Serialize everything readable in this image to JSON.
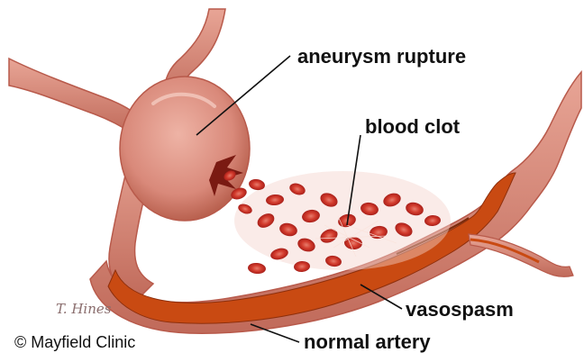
{
  "labels": {
    "aneurysm_rupture": "aneurysm rupture",
    "blood_clot": "blood clot",
    "vasospasm": "vasospasm",
    "normal_artery": "normal artery"
  },
  "credit": "© Mayfield Clinic",
  "signature": "T. Hines",
  "colors": {
    "vessel_wall": "#d98373",
    "vessel_wall_dark": "#b85a4b",
    "lumen_blood": "#c94a12",
    "blood_cell": "#cc2a22",
    "blood_cell_center": "#e06a5a",
    "aneurysm_sac": "#e5a091",
    "label_text": "#111111",
    "leader_line": "#111111"
  },
  "icons": {
    "red_blood_cell": "red-blood-cell-icon"
  }
}
